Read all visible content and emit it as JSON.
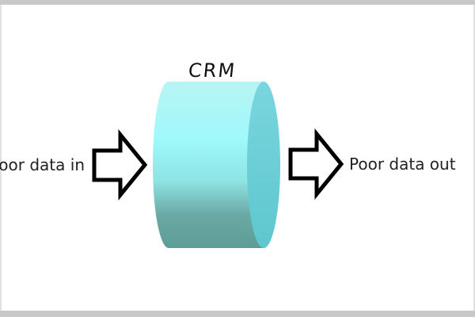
{
  "diagram": {
    "center_label": "CRM",
    "input_label": "Poor data in",
    "output_label": "Poor data out"
  },
  "colors": {
    "cylinder_light": "#a3f7fb",
    "cylinder_mid": "#8fe6e6",
    "cylinder_dark": "#5f9e98",
    "cylinder_cap": "#6ccdd6",
    "arrow_outline": "#000000",
    "arrow_fill": "#ffffff",
    "frame_gray": "#c8c8c8"
  }
}
